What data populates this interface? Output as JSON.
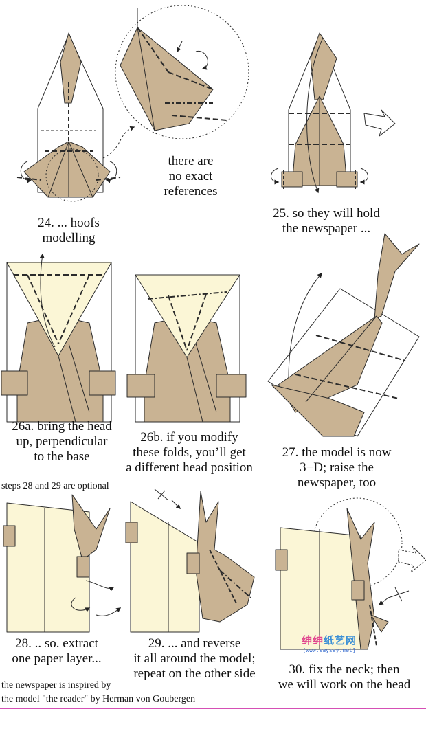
{
  "captions": {
    "s24": [
      "24. ... hoofs",
      "modelling"
    ],
    "s24_note": [
      "there are",
      "no exact",
      "references"
    ],
    "s25": [
      "25. so they will hold",
      "the newspaper ..."
    ],
    "s26a": [
      "26a. bring the head",
      "up, perpendicular",
      "to the base"
    ],
    "s26b": [
      "26b. if you modify",
      "these folds, you’ll get",
      "a different head position"
    ],
    "s27": [
      "27. the model is now",
      "3−D; raise the",
      "newspaper, too"
    ],
    "optional": "steps 28 and 29 are optional",
    "s28": [
      "28. .. so. extract",
      "one paper layer..."
    ],
    "s29": [
      "29. ... and reverse",
      "it all around the model;",
      "repeat on the other side"
    ],
    "s30": [
      "30. fix the neck; then",
      "we will work on the head"
    ]
  },
  "credits": [
    "the newspaper is inspired by",
    "the model \"the reader\" by Herman von Goubergen"
  ],
  "watermark": {
    "part1": "绅绅",
    "part2": "纸艺网",
    "url": "[www.saysay.net]"
  },
  "colors": {
    "paper_tan": "#c9b393",
    "paper_cream": "#fbf6d6",
    "line": "#2b2b2b",
    "rule": "#d54fb5"
  }
}
